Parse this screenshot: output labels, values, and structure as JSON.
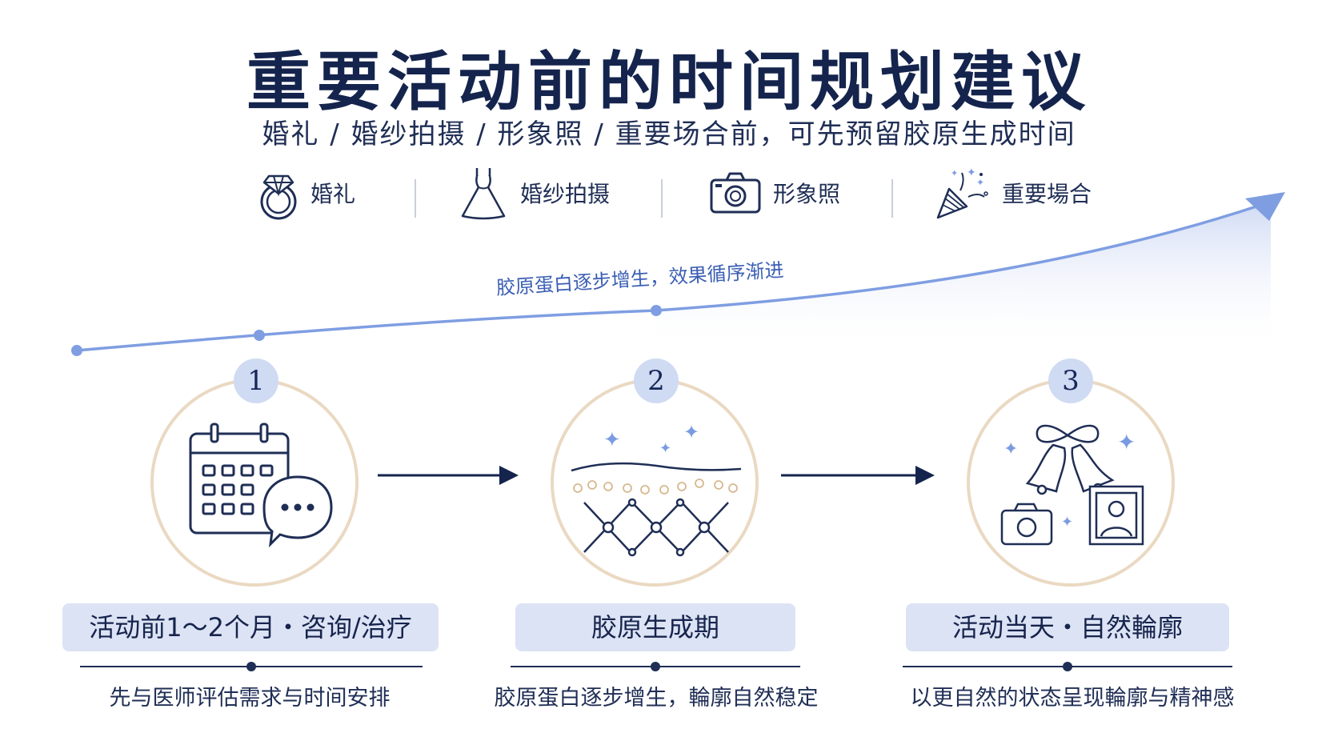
{
  "header": {
    "title": "重要活动前的时间规划建议",
    "subtitle": "婚礼 / 婚纱拍摄 / 形象照 / 重要场合前，可先预留胶原生成时间"
  },
  "occasions": [
    {
      "icon": "ring-icon",
      "label": "婚礼"
    },
    {
      "icon": "dress-icon",
      "label": "婚纱拍摄"
    },
    {
      "icon": "camera-icon",
      "label": "形象照"
    },
    {
      "icon": "party-popper-icon",
      "label": "重要場合"
    }
  ],
  "curve": {
    "label": "胶原蛋白逐步增生，效果循序渐进"
  },
  "steps": [
    {
      "number": "1",
      "icon": "calendar-chat-icon",
      "label": "活动前1～2个月・咨询/治疗",
      "description": "先与医师评估需求与时间安排"
    },
    {
      "number": "2",
      "icon": "collagen-skin-icon",
      "label": "胶原生成期",
      "description": "胶原蛋白逐步增生，輪廓自然稳定"
    },
    {
      "number": "3",
      "icon": "wedding-bells-icon",
      "label": "活动当天・自然輪廓",
      "description": "以更自然的状态呈现輪廓与精神感"
    }
  ],
  "colors": {
    "navy": "#14244d",
    "accent_blue": "#7a9be0",
    "ring_beige": "#ead9c2",
    "label_bg": "#dce3f4"
  }
}
